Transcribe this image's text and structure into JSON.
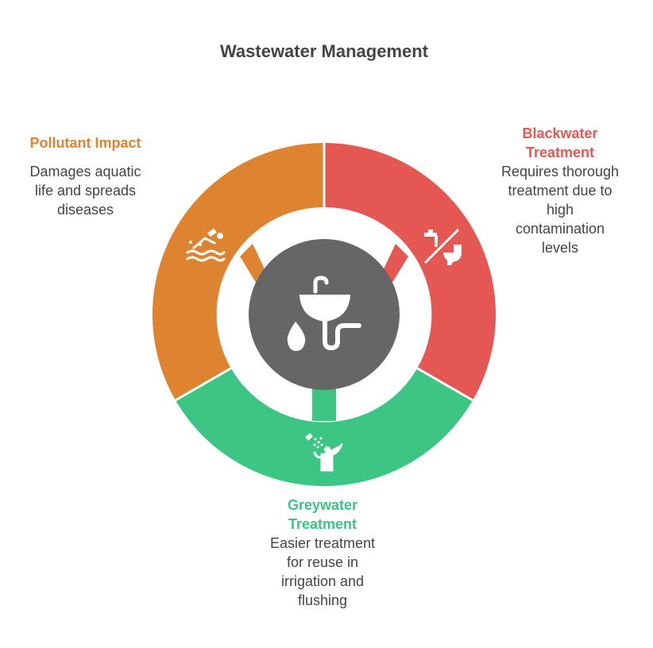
{
  "title": "Wastewater Management",
  "colors": {
    "pollutant": "#DE8431",
    "blackwater": "#E55753",
    "greywater": "#3CC583",
    "center": "#666666",
    "text": "#444444",
    "icon": "#ffffff"
  },
  "segments": [
    {
      "key": "pollutant",
      "title_lines": [
        "Pollutant Impact"
      ],
      "desc_lines": [
        "Damages aquatic",
        "life and spreads",
        "diseases"
      ],
      "icon": "swimmer-pollution-icon"
    },
    {
      "key": "blackwater",
      "title_lines": [
        "Blackwater",
        "Treatment"
      ],
      "desc_lines": [
        "Requires thorough",
        "treatment due to",
        "high",
        "contamination",
        "levels"
      ],
      "icon": "faucet-toilet-icon"
    },
    {
      "key": "greywater",
      "title_lines": [
        "Greywater",
        "Treatment"
      ],
      "desc_lines": [
        "Easier treatment",
        "for reuse in",
        "irrigation and",
        "flushing"
      ],
      "icon": "shower-person-icon"
    }
  ],
  "center_icon": "sink-drain-icon"
}
